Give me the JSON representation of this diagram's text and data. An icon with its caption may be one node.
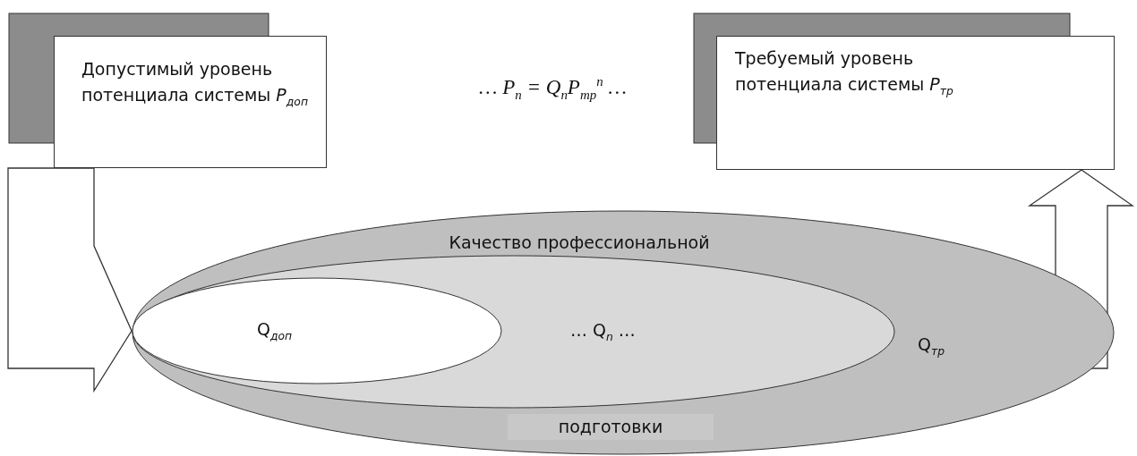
{
  "diagram": {
    "nodes": [
      {
        "text": [
          "Допустимый уровень потенциала системы *P*$_{доп}$"
        ]
      },
      {
        "text": [
          "Требуемый уровень потенциала системы *P*$_{тр}$"
        ]
      },
      {
        "text": [
          "Качество профессиональной",
          "подготовки",
          "Q$_{тр}$"
        ]
      },
      {
        "text": [
          "… Q$_{n}$ …"
        ],
        "in": 2
      },
      {
        "text": [
          "Q$_{доп}$"
        ],
        "in": 3
      }
    ],
    "edges": [
      {
        "from": 0,
        "to": 4,
        "arrow": "to"
      },
      {
        "from": 2,
        "to": 1,
        "arrow": "to"
      }
    ],
    "labels": [
      "… *P*$_{n}$ = *Q*$_{n}$*P*$_{тр}$$^{n}$ …"
    ]
  }
}
